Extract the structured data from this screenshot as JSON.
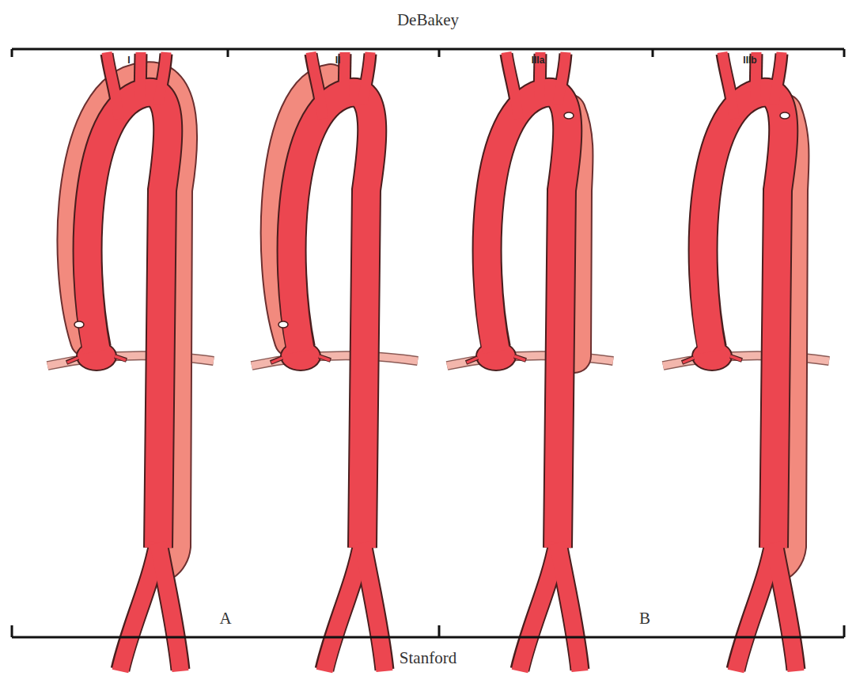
{
  "diagram": {
    "labels": [
      "DeBakey",
      "I",
      "II",
      "IIIa",
      "IIIb",
      "A",
      "B",
      "Stanford"
    ]
  }
}
